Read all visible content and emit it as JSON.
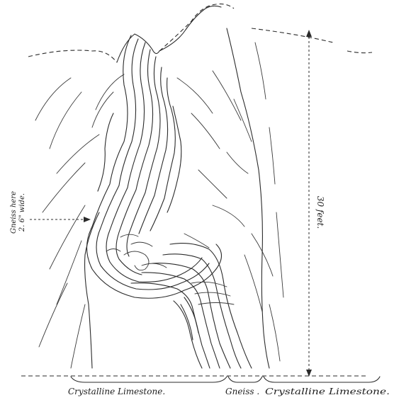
{
  "figure": {
    "labels": {
      "crystalline_limestone_left": "Crystalline Limestone.",
      "gneiss": "Gneiss .",
      "crystalline_limestone_right": "Crystalline Limestone.",
      "height": "30 feet.",
      "gneiss_note_line1": "Gneiss here",
      "gneiss_note_line2": "2. 6\" wide."
    }
  }
}
